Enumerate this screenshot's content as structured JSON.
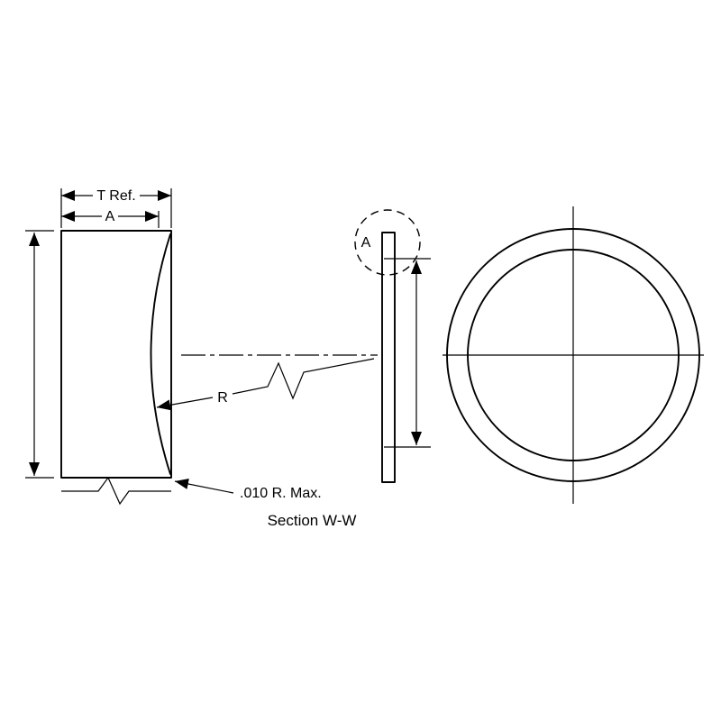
{
  "drawing": {
    "caption": "Section W-W",
    "labels": {
      "thickness": "T Ref.",
      "flat_width": "A",
      "radius": "R",
      "corner_note": ".010 R. Max.",
      "detail": "A"
    },
    "colors": {
      "ink": "#000000",
      "background": "#ffffff"
    }
  }
}
